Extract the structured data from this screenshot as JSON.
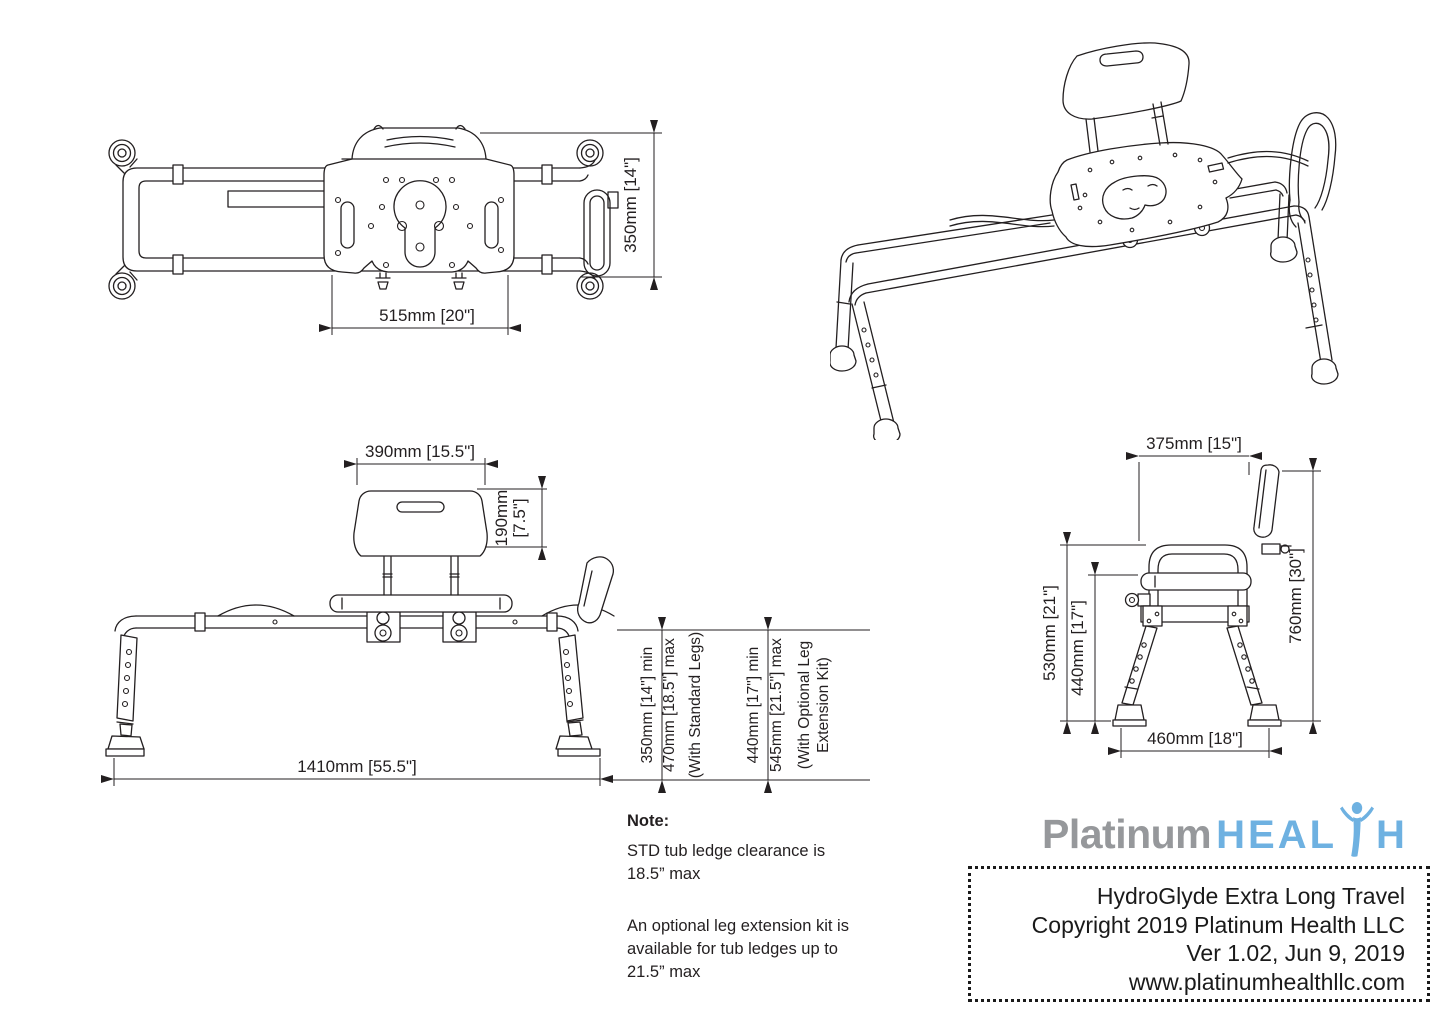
{
  "colors": {
    "line": "#231f20",
    "logo_gray": "#96989b",
    "logo_blue": "#6eb1e1"
  },
  "top_view": {
    "width_dim": "515mm [20\"]",
    "depth_dim": "350mm [14\"]"
  },
  "front_view": {
    "backrest_width_dim": "390mm [15.5\"]",
    "backrest_height_dim_line1": "190mm",
    "backrest_height_dim_line2": "[7.5\"]",
    "overall_length_dim": "1410mm [55.5\"]"
  },
  "height_dims": {
    "standard_min": "350mm [14\"] min",
    "standard_max": "470mm [18.5\"] max",
    "standard_caption": "(With Standard Legs)",
    "extension_min": "440mm [17\"] min",
    "extension_max": "545mm [21.5\"] max",
    "extension_caption_line1": "(With Optional Leg",
    "extension_caption_line2": "Extension Kit)"
  },
  "side_view": {
    "seat_depth_dim": "375mm [15\"]",
    "overall_height_dim": "760mm [30\"]",
    "armrest_height_dim": "530mm [21\"]",
    "seat_height_dim": "440mm [17\"]",
    "base_depth_dim": "460mm [18\"]"
  },
  "note": {
    "title": "Note:",
    "para1_line1": "STD tub ledge clearance is",
    "para1_line2": "18.5” max",
    "para2_line1": "An optional leg extension kit is",
    "para2_line2": "available for tub ledges up to",
    "para2_line3": "21.5” max"
  },
  "logo": {
    "platinum": "Platinum",
    "heal": "HEAL",
    "h": "H"
  },
  "title_block": {
    "product": "HydroGlyde Extra Long Travel",
    "copyright": "Copyright 2019 Platinum Health LLC",
    "version": "Ver 1.02, Jun 9, 2019",
    "website": "www.platinumhealthllc.com"
  }
}
